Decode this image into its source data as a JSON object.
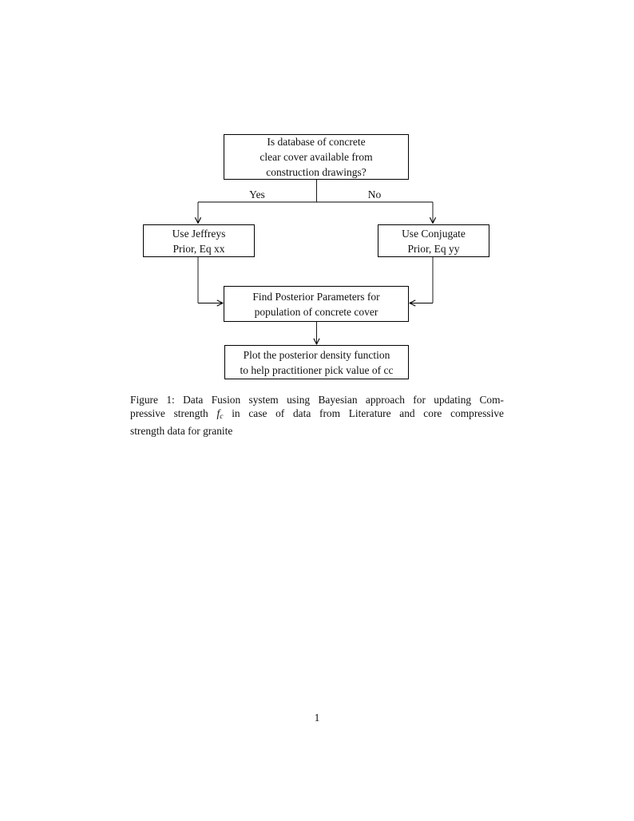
{
  "page": {
    "number": "1"
  },
  "colors": {
    "background": "#ffffff",
    "ink": "#111111",
    "line": "#000000"
  },
  "figure": {
    "flowchart": {
      "nodes": {
        "decision": {
          "lines": [
            "Is database of concrete",
            "clear cover available from",
            "construction drawings?"
          ]
        },
        "jeffreys": {
          "lines": [
            "Use Jeffreys",
            "Prior, Eq xx"
          ]
        },
        "conjugate": {
          "lines": [
            "Use Conjugate",
            "Prior, Eq yy"
          ]
        },
        "posterior": {
          "lines": [
            "Find Posterior Parameters for",
            "population of concrete cover"
          ]
        },
        "plot": {
          "lines": [
            "Plot the posterior density function",
            "to help practitioner pick value of cc"
          ]
        }
      },
      "edge_labels": {
        "yes": "Yes",
        "no": "No"
      }
    },
    "caption": {
      "lines": [
        {
          "text": "Figure 1: Data Fusion system using Bayesian approach for updating Com-"
        },
        {
          "pre": "pressive strength ",
          "math_var": "f",
          "math_sub": "c",
          "post": " in case of data from Literature and core compressive"
        },
        {
          "text": "strength data for granite"
        }
      ]
    }
  }
}
